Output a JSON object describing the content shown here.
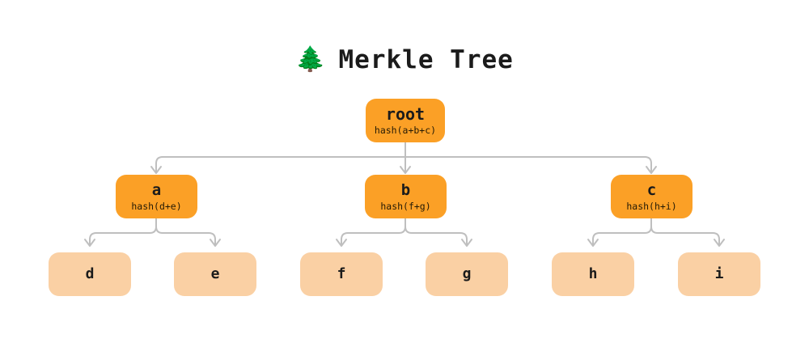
{
  "title": {
    "emoji": "🌲",
    "emoji_name": "evergreen-tree-icon",
    "text": "Merkle Tree"
  },
  "colors": {
    "background": "#ffffff",
    "node_parent": "#FBA026",
    "node_leaf": "#FAD0A4",
    "connector": "#BFBFBF",
    "text": "#1b1b1b"
  },
  "tree": {
    "root": {
      "label": "root",
      "sub": "hash(a+b+c)"
    },
    "level2": [
      {
        "label": "a",
        "sub": "hash(d+e)"
      },
      {
        "label": "b",
        "sub": "hash(f+g)"
      },
      {
        "label": "c",
        "sub": "hash(h+i)"
      }
    ],
    "leaves": [
      {
        "label": "d"
      },
      {
        "label": "e"
      },
      {
        "label": "f"
      },
      {
        "label": "g"
      },
      {
        "label": "h"
      },
      {
        "label": "i"
      }
    ]
  }
}
